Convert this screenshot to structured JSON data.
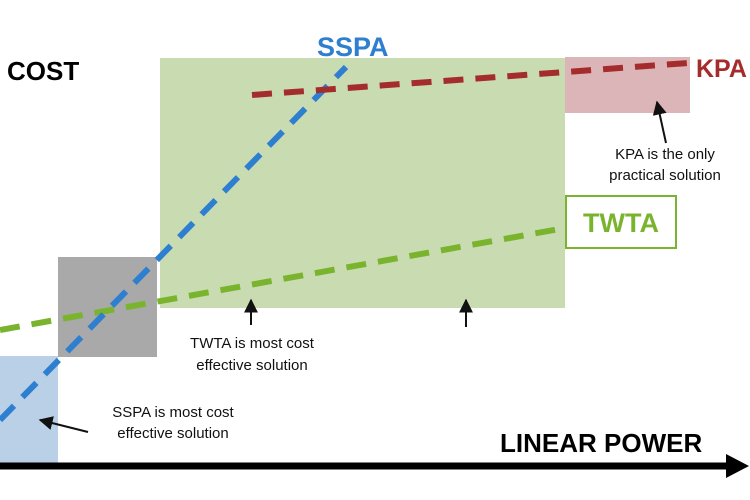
{
  "axes": {
    "y_label": "COST",
    "x_label": "LINEAR POWER"
  },
  "series": {
    "sspa": {
      "label": "SSPA",
      "color": "#2f7fd1"
    },
    "twta": {
      "label": "TWTA",
      "color": "#7ab42e"
    },
    "kpa": {
      "label": "KPA",
      "color": "#a52c2c"
    }
  },
  "regions": {
    "sspa_region": {
      "color": "#b9d0e6"
    },
    "crossover_region": {
      "color": "#a9a9a9"
    },
    "twta_region": {
      "color": "#c9dcb1"
    },
    "kpa_region": {
      "color": "#dcb5b8"
    }
  },
  "annotations": {
    "kpa": [
      "KPA is the only",
      "practical solution"
    ],
    "twta": [
      "TWTA is most cost",
      "effective solution"
    ],
    "sspa": [
      "SSPA is most cost",
      "effective solution"
    ]
  }
}
